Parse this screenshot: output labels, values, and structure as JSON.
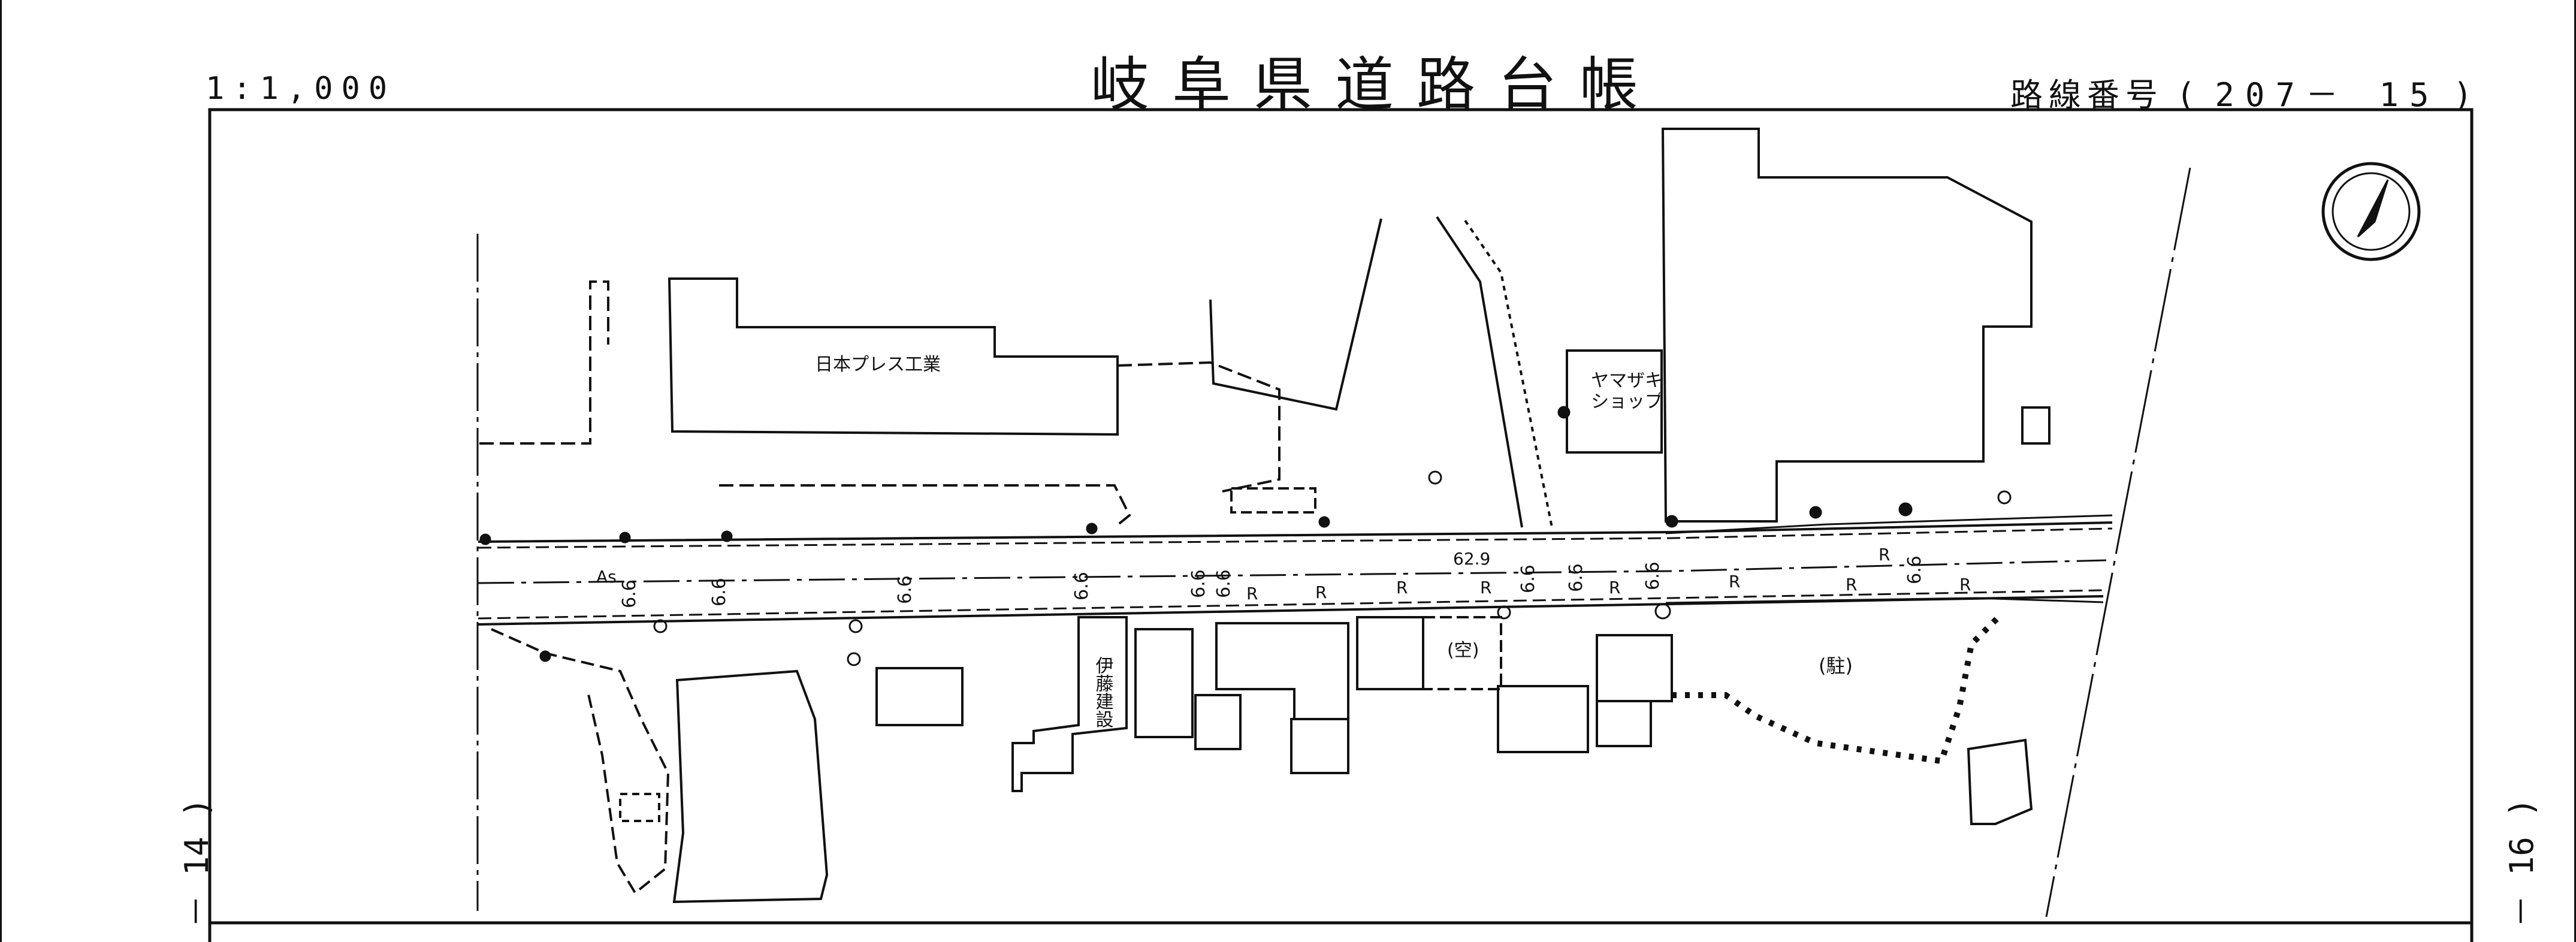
{
  "header": {
    "scale": "1:1,000",
    "title": "岐阜県道路台帳",
    "route_label": "路線番号",
    "route_open": "(",
    "route_number": "207－ 15",
    "route_close": ")"
  },
  "sheet_refs": {
    "left": "－ 14 )",
    "right": "－ 16 )"
  },
  "map_labels": {
    "nihon_press": "日本プレス工業",
    "yamazaki_1": "ヤマザキ",
    "yamazaki_2": "ショップ",
    "ito_kensetsu": "伊藤建設",
    "vacant": "(空)",
    "parking": "(駐)",
    "surface": "As",
    "width_value": "6.6",
    "measure": "62.9",
    "r_mark": "R"
  },
  "colors": {
    "ink": "#111111",
    "paper": "#ffffff"
  },
  "icons": {
    "north_arrow": "north-arrow-icon"
  }
}
